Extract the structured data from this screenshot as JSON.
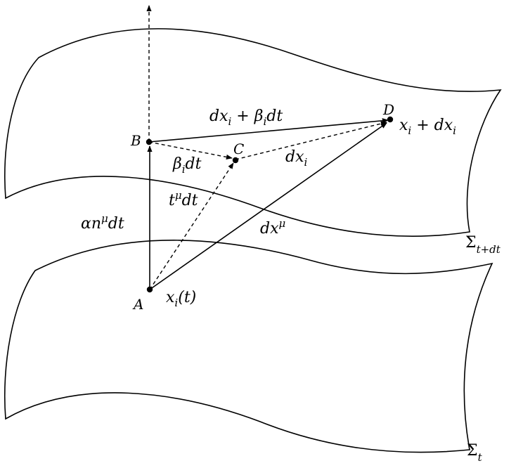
{
  "points": {
    "A": "A",
    "B": "B",
    "C": "C",
    "D": "D"
  },
  "labels": {
    "bd_main": "dx",
    "bd_i1": "i",
    "bd_plus": " + β",
    "bd_i2": "i",
    "bd_dt": "dt",
    "bc_beta": "β",
    "bc_i": "i",
    "bc_dt": "dt",
    "cd_dx": "dx",
    "cd_i": "i",
    "ac_t": "t",
    "ac_mu": "μ",
    "ac_dt": "dt",
    "ab_alpha": "αn",
    "ab_mu": "μ",
    "ab_dt": "dt",
    "ad_dx": "dx",
    "ad_mu": "μ",
    "a_x": "x",
    "a_i": "i",
    "a_t": "(t)",
    "d_x": "x",
    "d_i1": "i",
    "d_plus": " + dx",
    "d_i2": "i"
  },
  "surfaces": {
    "upper_sigma": "Σ",
    "upper_sub": "t+dt",
    "lower_sigma": "Σ",
    "lower_sub": "t"
  },
  "colors": {
    "stroke": "#000000",
    "background": "#ffffff"
  }
}
